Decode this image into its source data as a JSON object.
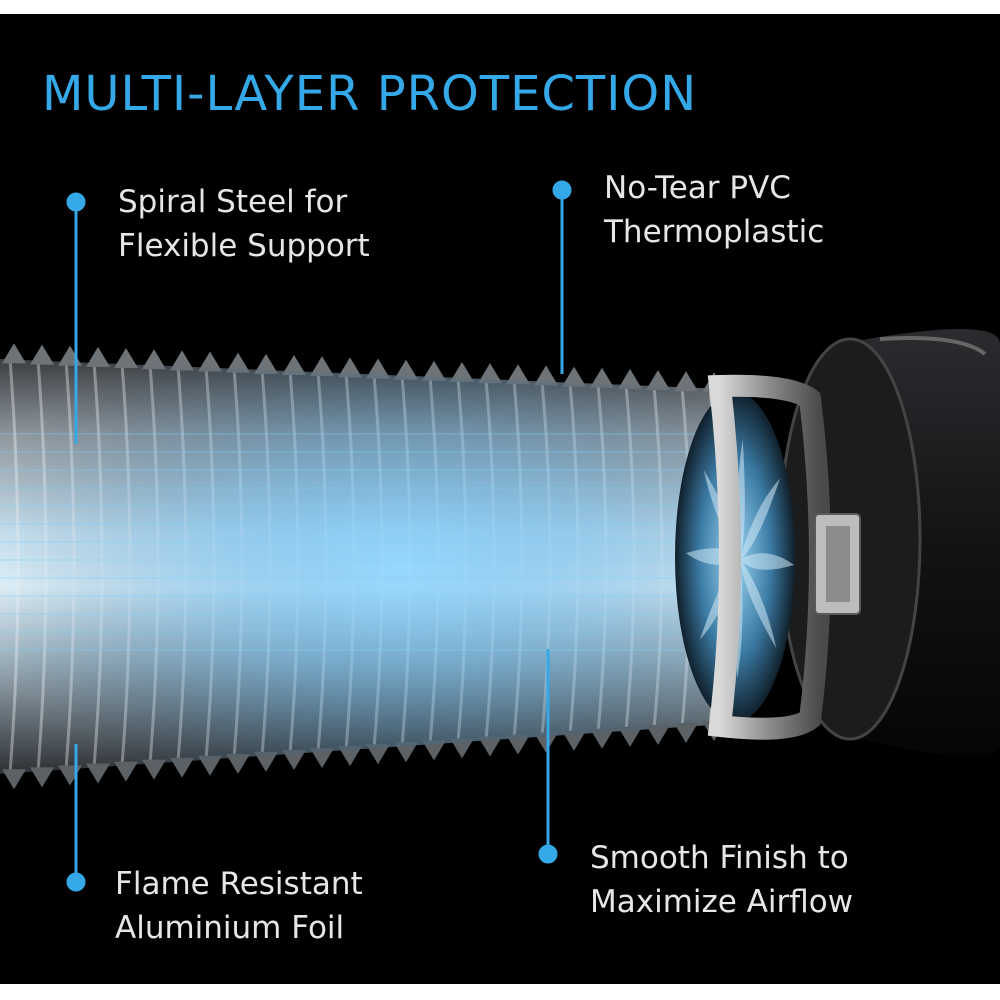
{
  "title": "MULTI-LAYER PROTECTION",
  "colors": {
    "accent": "#35a8e8",
    "background": "#000000",
    "text": "#e6e6e6"
  },
  "callouts": [
    {
      "id": "spiral-steel",
      "lines": [
        "Spiral Steel for",
        "Flexible Support"
      ]
    },
    {
      "id": "no-tear-pvc",
      "lines": [
        "No-Tear PVC",
        "Thermoplastic"
      ]
    },
    {
      "id": "flame-resistant",
      "lines": [
        "Flame Resistant",
        "Aluminium Foil"
      ]
    },
    {
      "id": "smooth-finish",
      "lines": [
        "Smooth Finish to",
        "Maximize Airflow"
      ]
    }
  ],
  "illustration": {
    "subject": "flexible-duct-with-inline-fan",
    "icons": [
      "fan-icon",
      "hose-clamp-icon"
    ]
  }
}
